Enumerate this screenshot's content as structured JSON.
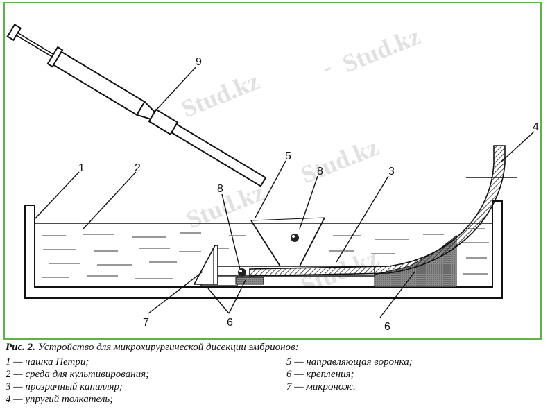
{
  "figure": {
    "watermark": "Stud.kz",
    "callouts": [
      "1",
      "2",
      "9",
      "5",
      "8",
      "3",
      "4",
      "8",
      "7",
      "6",
      "6"
    ]
  },
  "caption": {
    "label": "Рис. 2.",
    "title": "Устройство для микрохирургической дисекции эмбрионов:",
    "legend_left": [
      "1 — чашка Петри;",
      "2 — среда для культивирования;",
      "3 — прозрачный капилляр;",
      "4 — упругий толкатель;"
    ],
    "legend_right": [
      "5 — направляющая воронка;",
      "6 — крепления;",
      "7 — микронож."
    ]
  },
  "colors": {
    "frame": "#5fb24a",
    "ink": "#111111",
    "watermark": "#c9c9c9"
  }
}
